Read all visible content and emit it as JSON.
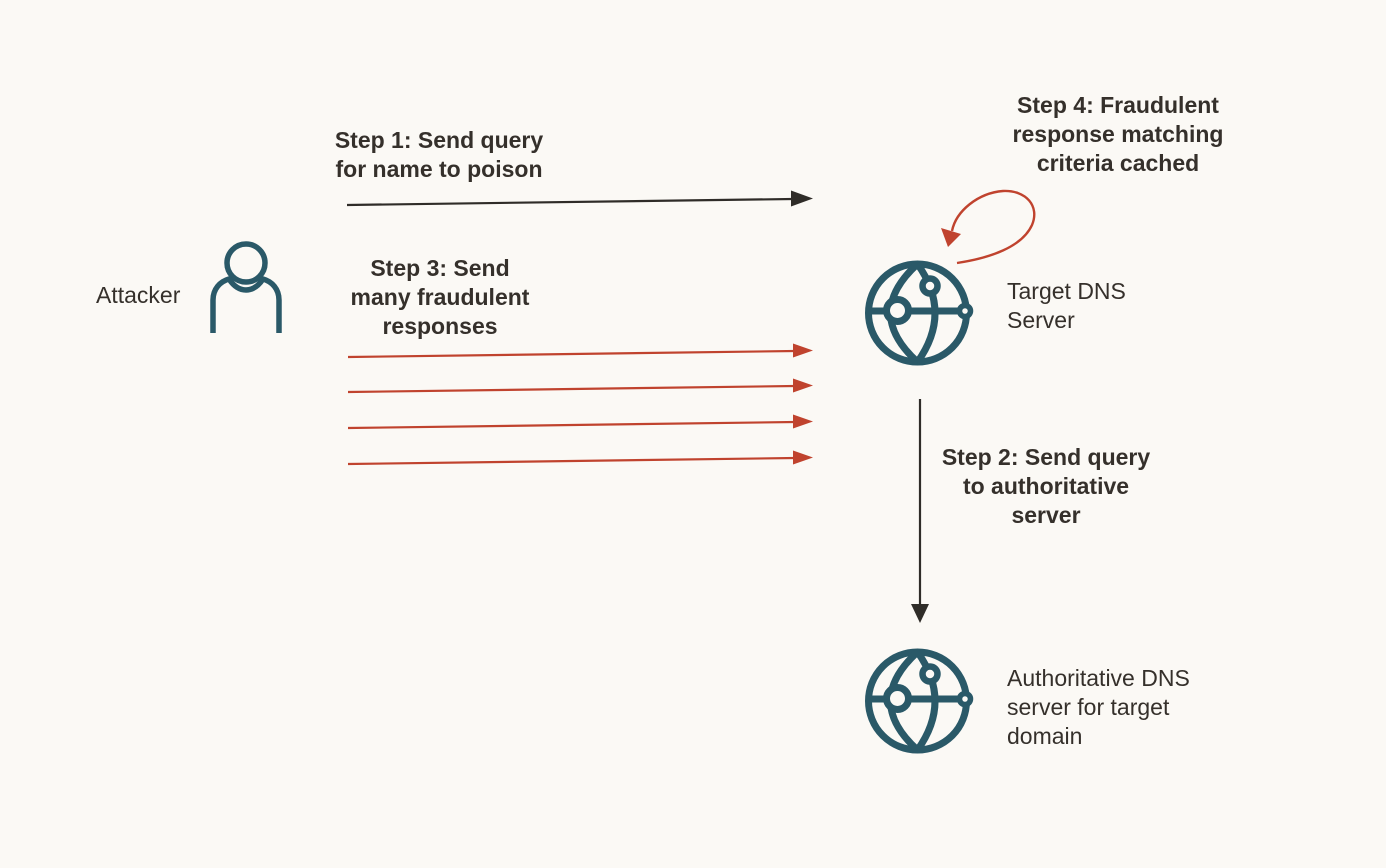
{
  "diagram_type": "dns-cache-poisoning-flow",
  "colors": {
    "background": "#fbf9f5",
    "icon_teal": "#2a5968",
    "arrow_red": "#c0432e",
    "arrow_black": "#2f2c28",
    "text": "#35302b"
  },
  "actors": {
    "attacker": {
      "label": "Attacker",
      "icon": "person-icon"
    },
    "target_dns": {
      "label": "Target DNS\nServer",
      "icon": "globe-network-icon"
    },
    "authoritative_dns": {
      "label": "Authoritative DNS\nserver for target\ndomain",
      "icon": "globe-network-icon"
    }
  },
  "steps": {
    "step1": {
      "label": "Step 1: Send query\nfor name to poison",
      "arrow": {
        "style": "straight",
        "color": "#2f2c28",
        "from": "Attacker",
        "to": "Target DNS Server",
        "count": 1
      }
    },
    "step2": {
      "label": "Step 2: Send query\nto authoritative\nserver",
      "arrow": {
        "style": "straight-down",
        "color": "#2f2c28",
        "from": "Target DNS Server",
        "to": "Authoritative DNS server for target domain",
        "count": 1
      }
    },
    "step3": {
      "label": "Step 3: Send\nmany fraudulent\nresponses",
      "arrow": {
        "style": "straight",
        "color": "#c0432e",
        "from": "Attacker",
        "to": "Target DNS Server",
        "count": 4
      }
    },
    "step4": {
      "label": "Step 4: Fraudulent\nresponse matching\ncriteria cached",
      "arrow": {
        "style": "loop",
        "color": "#c0432e",
        "from": "Target DNS Server",
        "to": "Target DNS Server",
        "count": 1
      }
    }
  }
}
